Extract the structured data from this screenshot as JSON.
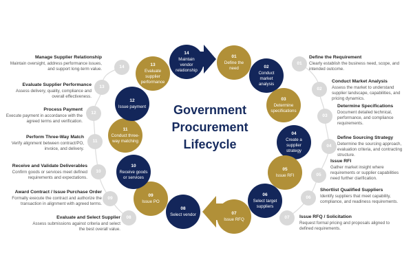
{
  "title": {
    "line1": "Government",
    "line2": "Procurement",
    "line3": "Lifecycle"
  },
  "colors": {
    "navy": "#13265a",
    "gold": "#b19038",
    "connector_gray": "#d9d9d9",
    "title_navy": "#152a5e",
    "heading_text": "#1f1f1f",
    "body_text": "#555555",
    "background": "#ffffff"
  },
  "ring": {
    "steps": [
      {
        "num": "01",
        "label": "Define the need"
      },
      {
        "num": "02",
        "label": "Conduct market analysis"
      },
      {
        "num": "03",
        "label": "Determine specifications"
      },
      {
        "num": "04",
        "label": "Create a supplier strategy"
      },
      {
        "num": "05",
        "label": "Issue RFI"
      },
      {
        "num": "06",
        "label": "Select target suppliers"
      },
      {
        "num": "07",
        "label": "Issue RFQ"
      },
      {
        "num": "08",
        "label": "Select vendor"
      },
      {
        "num": "09",
        "label": "Issue PO"
      },
      {
        "num": "10",
        "label": "Receive goods or services"
      },
      {
        "num": "11",
        "label": "Conduct three-way matching"
      },
      {
        "num": "12",
        "label": "Issue payment"
      },
      {
        "num": "13",
        "label": "Evaluate supplier performance"
      },
      {
        "num": "14",
        "label": "Maintain vendor relationship"
      }
    ]
  },
  "left_column": {
    "items": [
      {
        "num": "14",
        "heading": "Manage Supplier Relationship",
        "body": "Maintain oversight, address performance issues, and support long-term value."
      },
      {
        "num": "13",
        "heading": "Evaluate Supplier Performance",
        "body": "Assess delivery, quality, compliance and overall effectiveness."
      },
      {
        "num": "12",
        "heading": "Process Payment",
        "body": "Execute payment in accordance with the agreed terms and verification."
      },
      {
        "num": "11",
        "heading": "Perform Three-Way Match",
        "body": "Verify alignment between contract/PO, invoice, and delivery."
      },
      {
        "num": "10",
        "heading": "Receive and Validate Deliverables",
        "body": "Confirm goods or services meet defined requirements and expectations."
      },
      {
        "num": "09",
        "heading": "Award Contract / Issue Purchase Order",
        "body": "Formally execute the contract and authorize the transaction in alignment with agreed terms."
      },
      {
        "num": "08",
        "heading": "Evaluate and Select Supplier",
        "body": "Assess submissions against criteria and select the best overall value."
      }
    ]
  },
  "right_column": {
    "items": [
      {
        "num": "01",
        "heading": "Define the Requirement",
        "body": "Clearly establish the business need, scope, and intended outcome."
      },
      {
        "num": "02",
        "heading": "Conduct Market Analysis",
        "body": "Assess the market to understand supplier landscape, capabilities, and pricing dynamics."
      },
      {
        "num": "03",
        "heading": "Determine Specifications",
        "body": "Document detailed technical, performance, and compliance requirements."
      },
      {
        "num": "04",
        "heading": "Define Sourcing Strategy",
        "body": "Determine the sourcing approach, evaluation criteria, and contracting structure."
      },
      {
        "num": "05",
        "heading": "Issue RFI",
        "body": "Gather market insight where requirements or supplier capabilities need further clarification."
      },
      {
        "num": "06",
        "heading": "Shortlist Qualified Suppliers",
        "body": "Identify suppliers that meet capability, compliance, and readiness requirements."
      },
      {
        "num": "07",
        "heading": "Issue RFQ / Solicitation",
        "body": "Request formal pricing and proposals aligned to defined requirements."
      }
    ]
  }
}
